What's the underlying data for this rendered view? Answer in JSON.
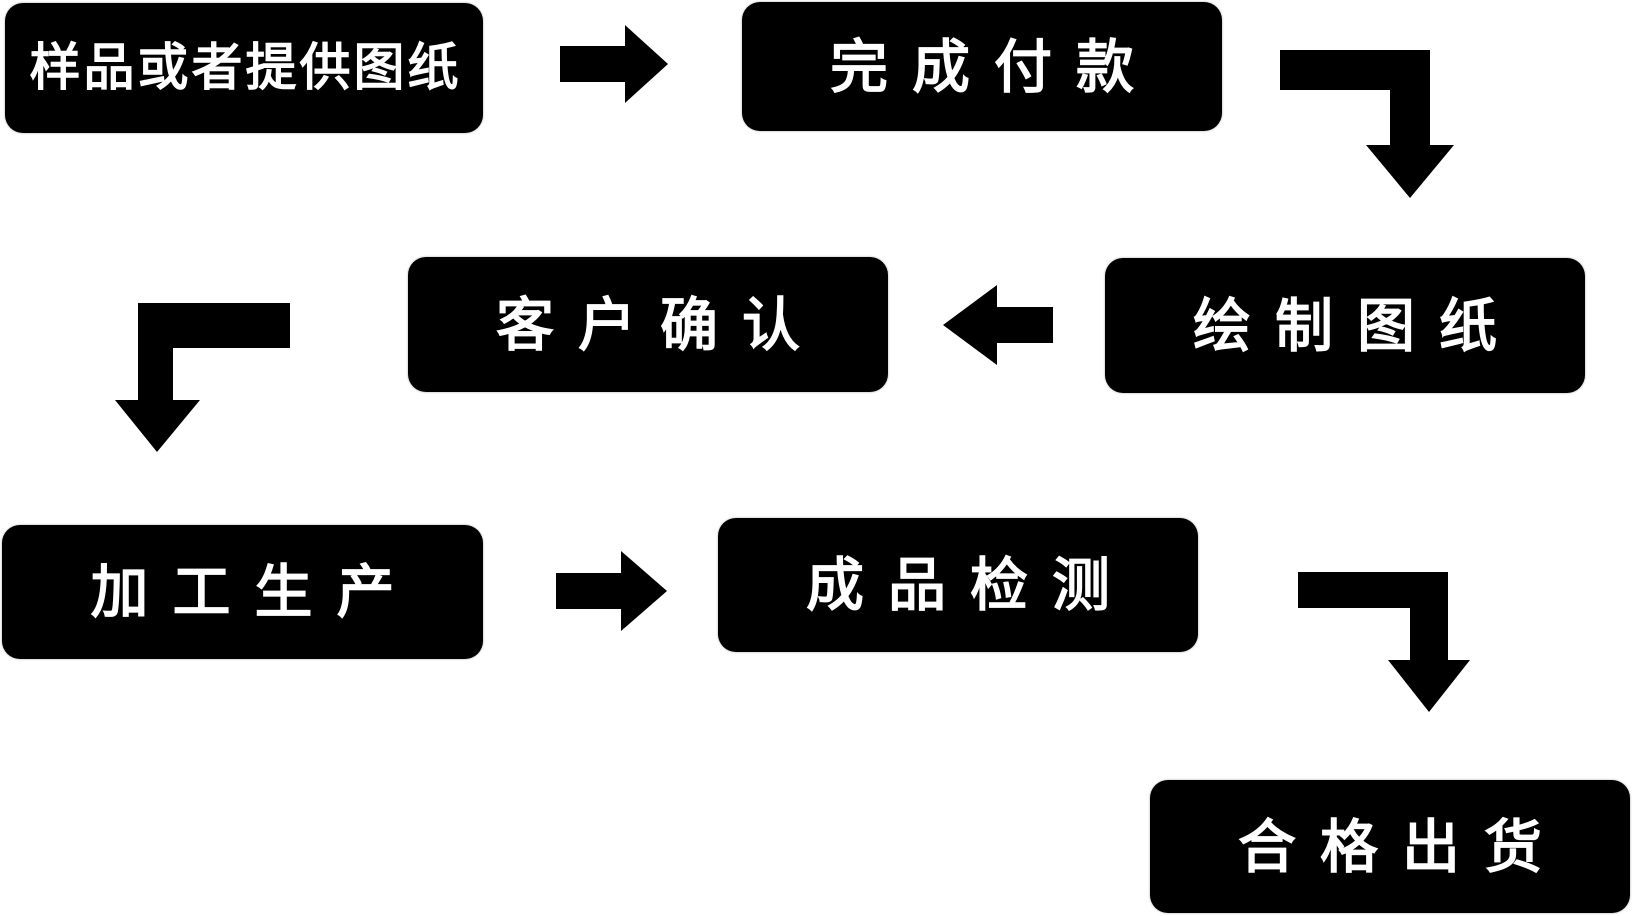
{
  "diagram": {
    "type": "flowchart",
    "background_color": "#ffffff",
    "node_color": "#000000",
    "node_text_color": "#ffffff",
    "arrow_color": "#000000",
    "steps": [
      {
        "order": 1,
        "label": "样品或者提供图纸"
      },
      {
        "order": 2,
        "label": "完成付款"
      },
      {
        "order": 3,
        "label": "绘制图纸"
      },
      {
        "order": 4,
        "label": "客户确认"
      },
      {
        "order": 5,
        "label": "加工生产"
      },
      {
        "order": 6,
        "label": "成品检测"
      },
      {
        "order": 7,
        "label": "合格出货"
      }
    ],
    "connections": [
      {
        "from": "样品或者提供图纸",
        "to": "完成付款",
        "shape": "straight-right"
      },
      {
        "from": "完成付款",
        "to": "绘制图纸",
        "shape": "elbow-right-down"
      },
      {
        "from": "绘制图纸",
        "to": "客户确认",
        "shape": "straight-left"
      },
      {
        "from": "客户确认",
        "to": "加工生产",
        "shape": "elbow-left-down"
      },
      {
        "from": "加工生产",
        "to": "成品检测",
        "shape": "straight-right"
      },
      {
        "from": "成品检测",
        "to": "合格出货",
        "shape": "elbow-right-down"
      }
    ]
  }
}
